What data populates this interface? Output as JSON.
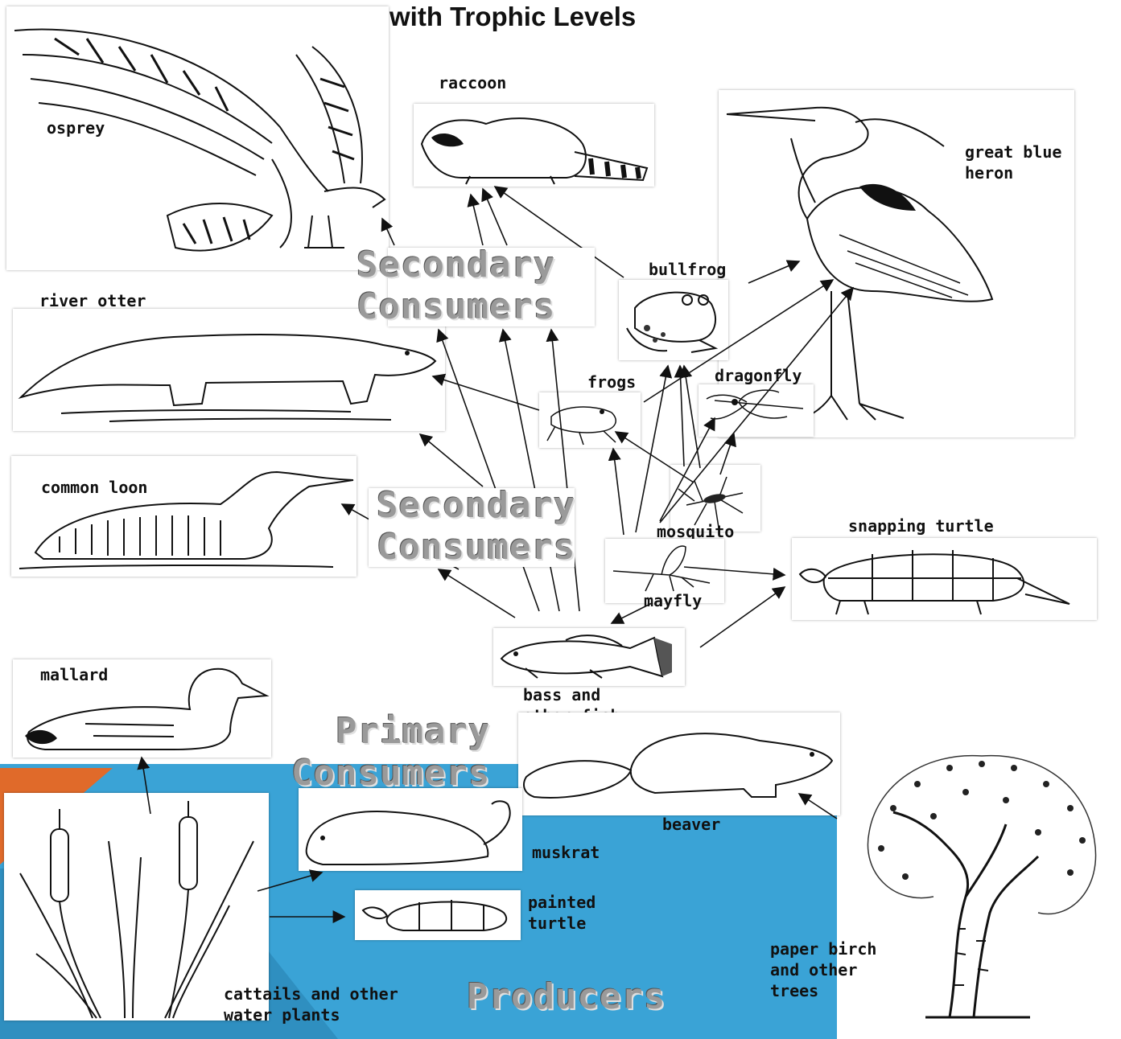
{
  "title": "with Trophic Levels",
  "levels": {
    "secondary_1": "Secondary\nConsumers",
    "secondary_2": "Secondary\nConsumers",
    "primary": "Primary\nConsumers",
    "producers": "Producers"
  },
  "organisms": {
    "osprey": "osprey",
    "raccoon": "raccoon",
    "heron": "great blue\nheron",
    "river_otter": "river otter",
    "bullfrog": "bullfrog",
    "frogs": "frogs",
    "dragonfly": "dragonfly",
    "common_loon": "common loon",
    "mosquito": "mosquito",
    "snapping_turtle": "snapping turtle",
    "mayfly": "mayfly",
    "bass": "bass and\nother fish",
    "mallard": "mallard",
    "beaver": "beaver",
    "muskrat": "muskrat",
    "painted_turtle": "painted\nturtle",
    "cattails": "cattails and other\nwater plants",
    "paper_birch": "paper birch\nand other\ntrees"
  },
  "colors": {
    "water": "#3aa3d6",
    "orange": "#e06a2a",
    "level_text": "#9a9a9a"
  }
}
